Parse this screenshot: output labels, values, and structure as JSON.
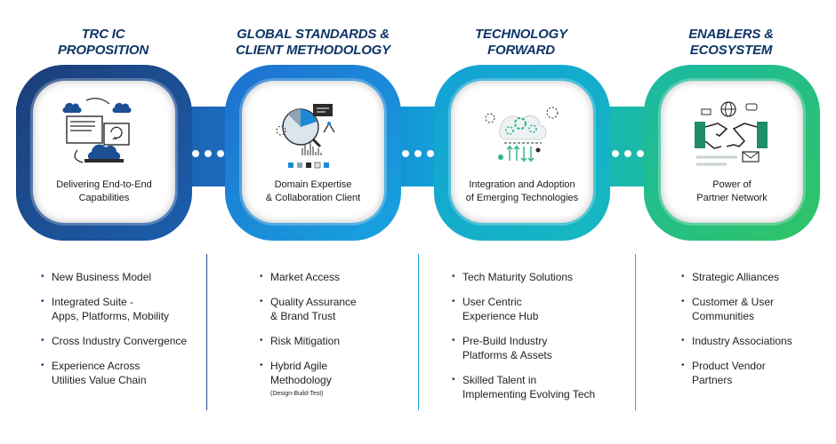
{
  "columns": [
    {
      "heading": [
        "TRC IC",
        "PROPOSITION"
      ],
      "card_label": [
        "Delivering End-to-End",
        "Capabilities"
      ],
      "icon": "cloud-computer-sync-icon",
      "items": [
        {
          "lines": [
            "New Business Model"
          ]
        },
        {
          "lines": [
            "Integrated Suite -",
            "Apps, Platforms, Mobility"
          ]
        },
        {
          "lines": [
            "Cross Industry Convergence"
          ]
        },
        {
          "lines": [
            "Experience Across",
            "Utilities Value Chain"
          ]
        }
      ]
    },
    {
      "heading": [
        "GLOBAL STANDARDS &",
        "CLIENT METHODOLOGY"
      ],
      "card_label": [
        "Domain Expertise",
        "& Collaboration Client"
      ],
      "icon": "magnifier-analytics-icon",
      "items": [
        {
          "lines": [
            "Market Access"
          ]
        },
        {
          "lines": [
            "Quality Assurance",
            "& Brand Trust"
          ]
        },
        {
          "lines": [
            "Risk Mitigation"
          ]
        },
        {
          "lines": [
            "Hybrid Agile",
            "Methodology"
          ],
          "note": "(Design-Build-Test)"
        }
      ]
    },
    {
      "heading": [
        "TECHNOLOGY",
        "FORWARD"
      ],
      "card_label": [
        "Integration and Adoption",
        "of Emerging Technologies"
      ],
      "icon": "cloud-gears-network-icon",
      "items": [
        {
          "lines": [
            "Tech Maturity Solutions"
          ]
        },
        {
          "lines": [
            "User Centric",
            "Experience Hub"
          ]
        },
        {
          "lines": [
            "Pre-Build Industry",
            "Platforms & Assets"
          ]
        },
        {
          "lines": [
            "Skilled Talent in",
            "Implementing Evolving Tech"
          ]
        }
      ]
    },
    {
      "heading": [
        "ENABLERS &",
        "ECOSYSTEM"
      ],
      "card_label": [
        "Power of",
        "Partner Network"
      ],
      "icon": "handshake-globe-icon",
      "items": [
        {
          "lines": [
            "Strategic Alliances"
          ]
        },
        {
          "lines": [
            "Customer & User",
            "Communities"
          ]
        },
        {
          "lines": [
            "Industry Associations"
          ]
        },
        {
          "lines": [
            "Product Vendor",
            "Partners"
          ]
        }
      ]
    }
  ],
  "colors": {
    "heading": "#0f3566",
    "ring_1": "#1c4f94",
    "ring_2": "#1b8ad6",
    "ring_3": "#15aec9",
    "ring_4": "#28c073",
    "divider_1": "#1b4a8c",
    "divider_2": "#17a0d8",
    "divider_3": "#1fbf90"
  }
}
